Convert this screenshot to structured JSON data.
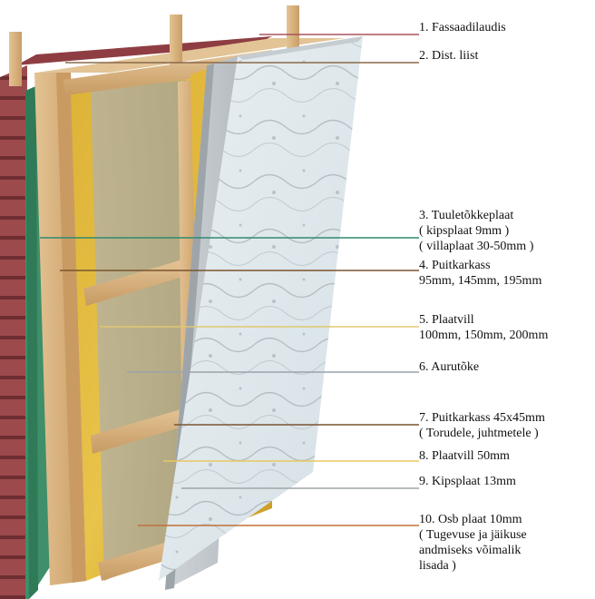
{
  "labels": [
    {
      "lines": [
        "1. Fassaadilaudis"
      ],
      "color": "#a8555e"
    },
    {
      "lines": [
        "2. Dist. liist"
      ],
      "color": "#8a6a4a"
    },
    {
      "lines": [
        "3. Tuuletõkkeplaat",
        "( kipsplaat 9mm )",
        "( villaplaat 30-50mm )"
      ],
      "color": "#2e8b6e"
    },
    {
      "lines": [
        "4. Puitkarkass",
        "95mm, 145mm, 195mm"
      ],
      "color": "#7a5430"
    },
    {
      "lines": [
        "5. Plaatvill",
        "100mm, 150mm, 200mm"
      ],
      "color": "#e0c870"
    },
    {
      "lines": [
        "6. Aurutõke"
      ],
      "color": "#9aa4aa"
    },
    {
      "lines": [
        "7. Puitkarkass 45x45mm",
        "( Torudele, juhtmetele )"
      ],
      "color": "#7a5430"
    },
    {
      "lines": [
        "8. Plaatvill 50mm"
      ],
      "color": "#e8c860"
    },
    {
      "lines": [
        "9. Kipsplaat 13mm"
      ],
      "color": "#a0a6aa"
    },
    {
      "lines": [
        "10. Osb plaat 10mm",
        "( Tugevuse ja jäikuse",
        "andmiseks võimalik",
        "lisada )"
      ],
      "color": "#c0703a"
    }
  ]
}
